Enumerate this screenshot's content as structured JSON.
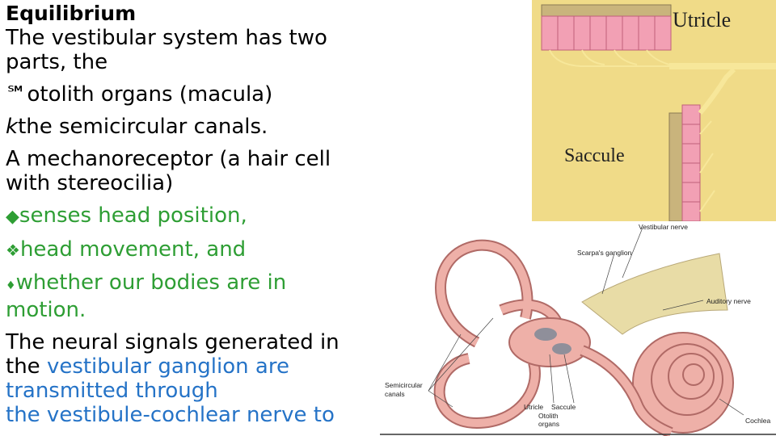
{
  "slide": {
    "title": "Equilibrium",
    "intro_line1": "The vestibular system has two",
    "intro_line2": "parts, the",
    "parts": [
      {
        "marker": "℠",
        "text": "otolith organs (macula)"
      },
      {
        "marker": "k",
        "text": "the semicircular canals."
      }
    ],
    "mechano_line1": "A mechanoreceptor (a hair cell",
    "mechano_line2": "with stereocilia)",
    "senses": [
      {
        "marker": "◆",
        "text": "senses head position,"
      },
      {
        "marker": "❖",
        "text": "head movement, and"
      },
      {
        "marker": "♦",
        "text": "whether our bodies are in"
      }
    ],
    "senses_continuation": "motion.",
    "neural_line1": "The neural signals generated in",
    "neural_line2_black": "the ",
    "neural_line2_blue": "vestibular ganglion are",
    "neural_line3": "transmitted through",
    "neural_line4": "the vestibule-cochlear nerve to"
  },
  "figure_top": {
    "labels": {
      "utricle": "Utricle",
      "saccule": "Saccule"
    },
    "colors": {
      "background": "#f0db88",
      "cells": "#f2a0b4",
      "nerve": "#f7e79a"
    }
  },
  "figure_bottom": {
    "labels": {
      "vestibular_nerve": "Vestibular nerve",
      "scarpas_ganglion": "Scarpa's ganglion",
      "auditory_nerve": "Auditory nerve",
      "semicircular_canals_1": "Semicircular",
      "semicircular_canals_2": "canals",
      "utricle": "Utricle",
      "saccule": "Saccule",
      "otolith_1": "Otolith",
      "otolith_2": "organs",
      "cochlea": "Cochlea"
    },
    "colors": {
      "labyrinth": "#eeb0a8",
      "outline": "#b06a66",
      "nerve": "#e8dca6"
    }
  }
}
